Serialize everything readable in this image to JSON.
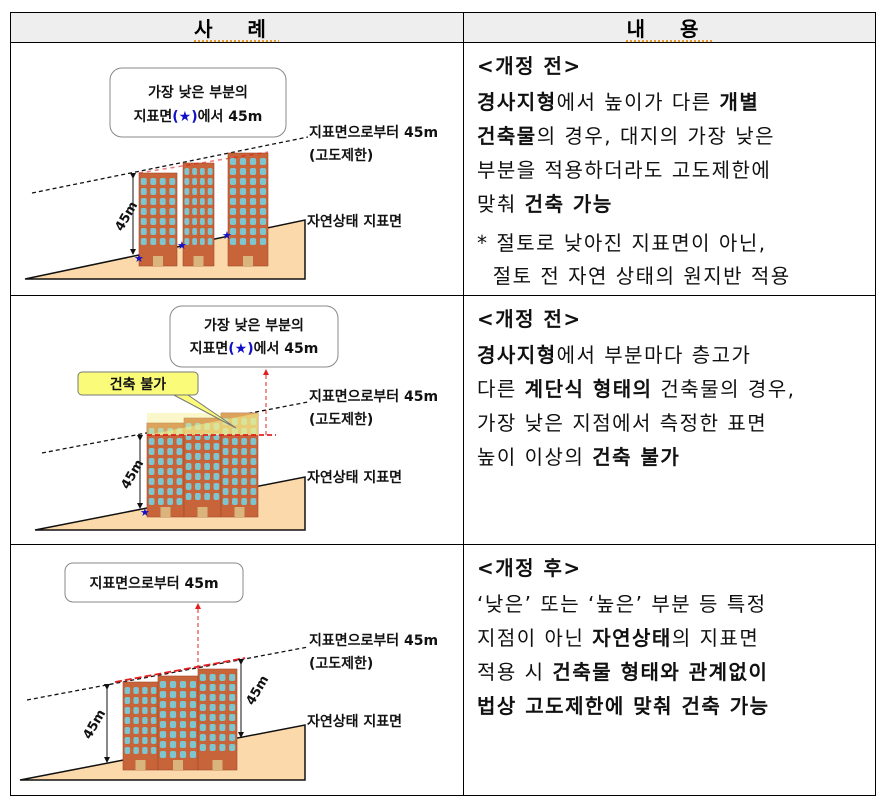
{
  "header": {
    "col1": "사 례",
    "col2": "내 용"
  },
  "colors": {
    "building": "#c8643a",
    "window": "#7ec6cf",
    "door": "#d9b47c",
    "ground": "#fcd9aa",
    "star": "#1010c8",
    "limit_red": "#e02020",
    "callout_yellow": "#fbfb7a"
  },
  "rows": [
    {
      "diagram": {
        "bubble_line1": "가장 낮은 부분의",
        "bubble_line2_a": "지표면",
        "bubble_line2_star": "(★)",
        "bubble_line2_b": "에서 45m",
        "limit_label": "지표면으로부터 45m",
        "limit_sub": "(고도제한)",
        "ground_label": "자연상태 지표면",
        "height_label": "45m"
      },
      "content": {
        "heading": "<개정 전>",
        "lines": [
          [
            {
              "t": "경사지형",
              "b": true
            },
            {
              "t": "에서 높이가 다른 "
            },
            {
              "t": "개별",
              "b": true
            }
          ],
          [
            {
              "t": "건축물",
              "b": true
            },
            {
              "t": "의 경우, 대지의 가장 낮은"
            }
          ],
          [
            {
              "t": "부분을 적용하더라도 고도제한에"
            }
          ],
          [
            {
              "t": "맞춰 "
            },
            {
              "t": "건축 가능",
              "b": true
            }
          ]
        ],
        "note": [
          "* 절토로 낮아진 지표면이 아닌,",
          "  절토 전 자연 상태의 원지반 적용"
        ]
      }
    },
    {
      "diagram": {
        "bubble_line1": "가장 낮은 부분의",
        "bubble_line2_a": "지표면",
        "bubble_line2_star": "(★)",
        "bubble_line2_b": "에서 45m",
        "callout": "건축 불가",
        "limit_label": "지표면으로부터 45m",
        "limit_sub": "(고도제한)",
        "ground_label": "자연상태 지표면",
        "height_label": "45m"
      },
      "content": {
        "heading": "<개정 전>",
        "lines": [
          [
            {
              "t": "경사지형",
              "b": true
            },
            {
              "t": "에서 부분마다 층고가"
            }
          ],
          [
            {
              "t": "다른 "
            },
            {
              "t": "계단식 형태의",
              "b": true
            },
            {
              "t": " 건축물의 경우,"
            }
          ],
          [
            {
              "t": "가장 낮은 지점에서 측정한 표면"
            }
          ],
          [
            {
              "t": "높이 이상의 "
            },
            {
              "t": "건축 불가",
              "b": true
            }
          ]
        ]
      }
    },
    {
      "diagram": {
        "bubble_line1": "지표면으로부터 45m",
        "limit_label": "지표면으로부터 45m",
        "limit_sub": "(고도제한)",
        "ground_label": "자연상태 지표면",
        "height_label": "45m"
      },
      "content": {
        "heading": "<개정 후>",
        "lines": [
          [
            {
              "t": "‘낮은’ 또는 ‘높은’ 부분 등 특정"
            }
          ],
          [
            {
              "t": "지점이 아닌 "
            },
            {
              "t": "자연상태",
              "b": true
            },
            {
              "t": "의 지표면"
            }
          ],
          [
            {
              "t": "적용 시 "
            },
            {
              "t": "건축물 형태와 관계없이",
              "b": true
            }
          ],
          [
            {
              "t": "법상 고도제한에 맞춰 건축 가능",
              "b": true
            }
          ]
        ]
      }
    }
  ]
}
